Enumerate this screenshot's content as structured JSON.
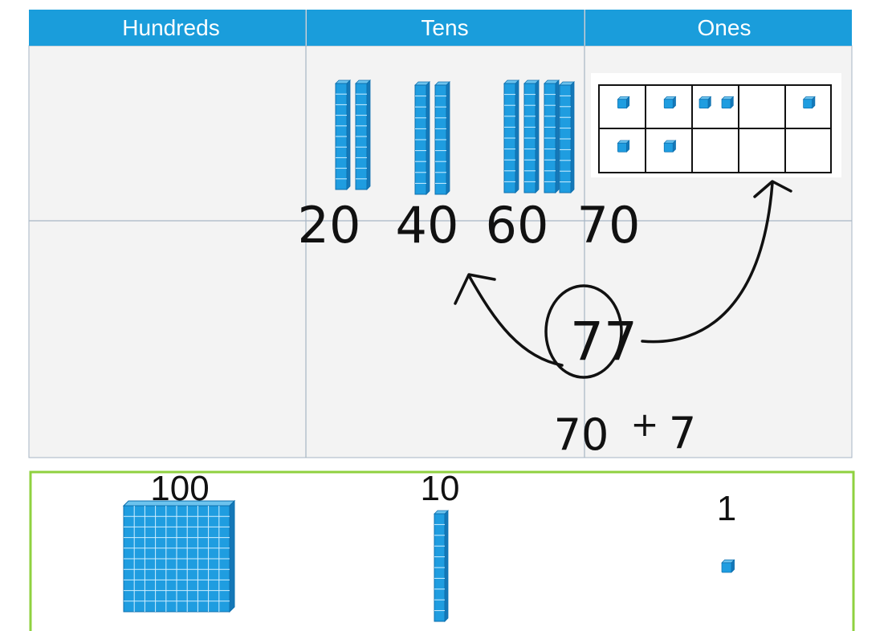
{
  "place_value_chart": {
    "columns": [
      "Hundreds",
      "Tens",
      "Ones"
    ],
    "header_color": "#1a9ddb",
    "grid_background": "#f3f3f3",
    "grid_line_color": "#a7b6c4"
  },
  "tens_column": {
    "rod_groups": [
      2,
      2,
      3,
      1
    ],
    "running_totals": [
      "20",
      "40",
      "60",
      "70"
    ]
  },
  "ones_column": {
    "ten_frame_counts": [
      1,
      1,
      2,
      0,
      1,
      1,
      1,
      0,
      0,
      0
    ]
  },
  "annotation": {
    "circled_number": "77",
    "expanded_form_tens": "70",
    "expanded_form_plus": "+",
    "expanded_form_ones": "7"
  },
  "key_panel": {
    "border_color": "#8fd13f",
    "labels": {
      "hundred": "100",
      "ten": "10",
      "one": "1"
    }
  },
  "block_color": "#1f9de0",
  "block_edge_color": "#0c6fae"
}
